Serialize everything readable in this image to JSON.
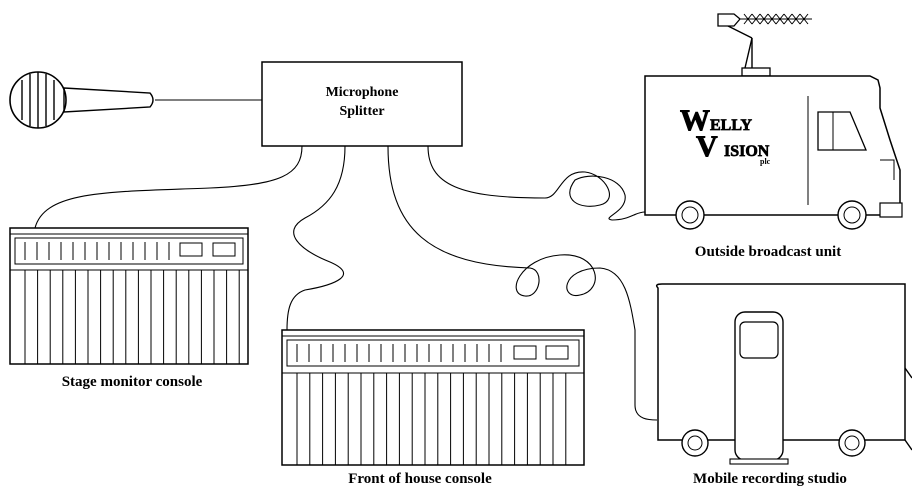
{
  "splitter": {
    "label_line1": "Microphone",
    "label_line2": "Splitter"
  },
  "labels": {
    "stage_monitor": "Stage monitor console",
    "front_of_house": "Front of house console",
    "outside_broadcast": "Outside broadcast unit",
    "mobile_studio": "Mobile recording studio"
  },
  "van_logo": {
    "line1_initial": "W",
    "line1_rest": "ELLY",
    "line2_initial": "V",
    "line2_rest": "ISION",
    "suffix": "plc"
  },
  "colors": {
    "stroke": "#000000",
    "background": "#ffffff"
  }
}
